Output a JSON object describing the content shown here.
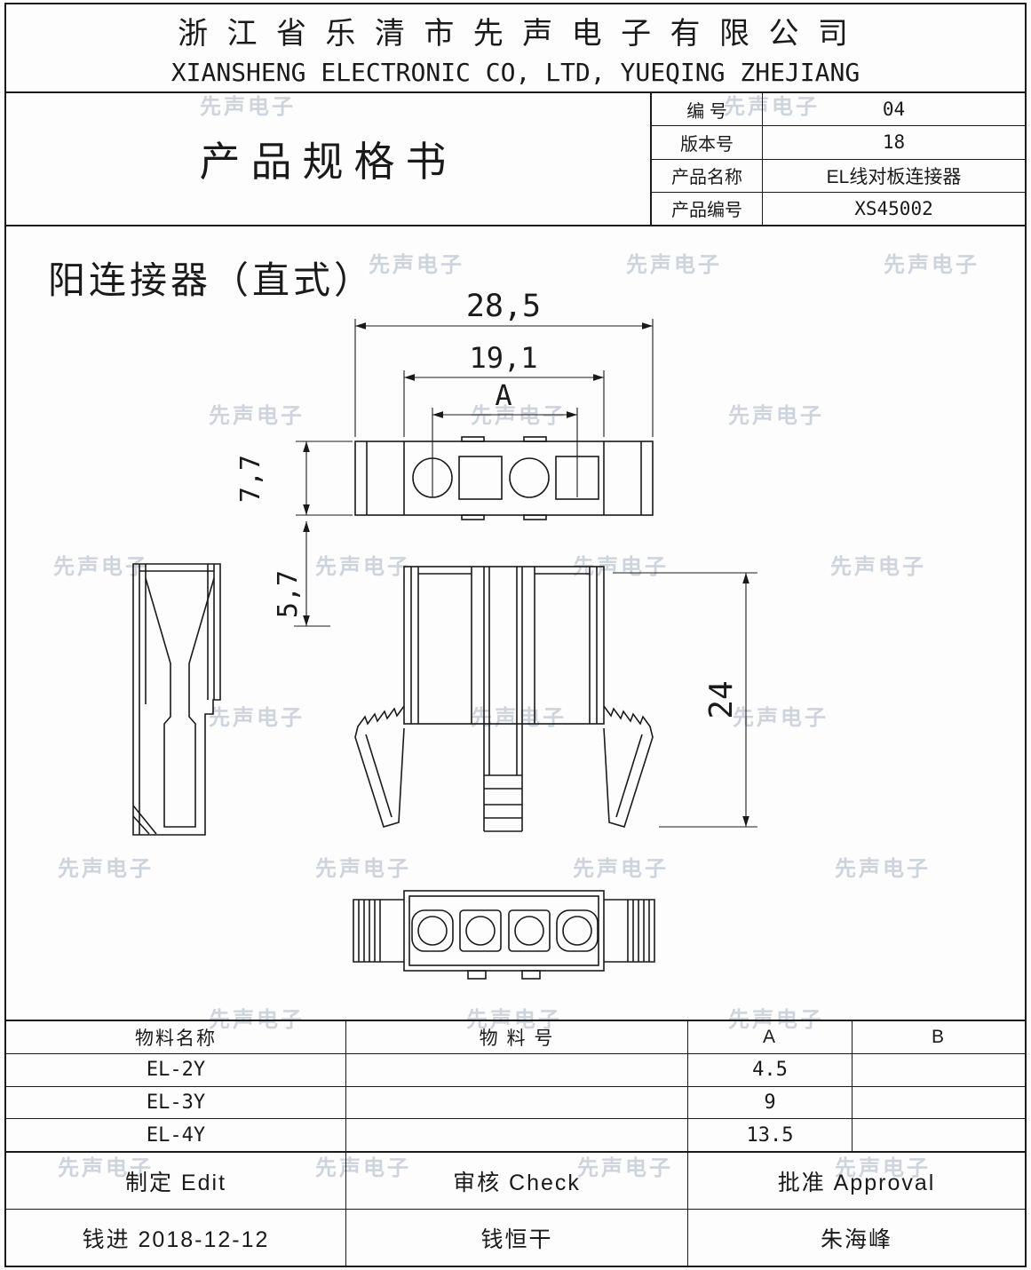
{
  "watermark": "先声电子",
  "header": {
    "company_cn": "浙 江 省 乐 清 市 先 声 电 子 有 限 公 司",
    "company_en": "XIANSHENG ELECTRONIC CO, LTD, YUEQING ZHEJIANG"
  },
  "title_block": {
    "doc_title": "产品规格书",
    "fields": [
      {
        "label": "编  号",
        "value": "04"
      },
      {
        "label": "版本号",
        "value": "18"
      },
      {
        "label": "产品名称",
        "value": "EL线对板连接器"
      },
      {
        "label": "产品编号",
        "value": "XS45002"
      }
    ]
  },
  "drawing": {
    "title": "阳连接器（直式）",
    "dims": {
      "total_width": "28,5",
      "inner_width": "19,1",
      "pitch_ref": "A",
      "body_height": "7,7",
      "offset": "5,7",
      "total_height": "24"
    }
  },
  "materials_table": {
    "headers": {
      "name": "物料名称",
      "part_no": "物 料 号",
      "a": "A",
      "b": "B"
    },
    "rows": [
      {
        "name": "EL-2Y",
        "part_no": "",
        "a": "4.5",
        "b": ""
      },
      {
        "name": "EL-3Y",
        "part_no": "",
        "a": "9",
        "b": ""
      },
      {
        "name": "EL-4Y",
        "part_no": "",
        "a": "13.5",
        "b": ""
      }
    ]
  },
  "approval_table": {
    "edit_label": "制定  Edit",
    "check_label": "审核  Check",
    "approve_label": "批准  Approval",
    "edit_value": "钱进 2018-12-12",
    "check_value": "钱恒干",
    "approve_value": "朱海峰"
  }
}
